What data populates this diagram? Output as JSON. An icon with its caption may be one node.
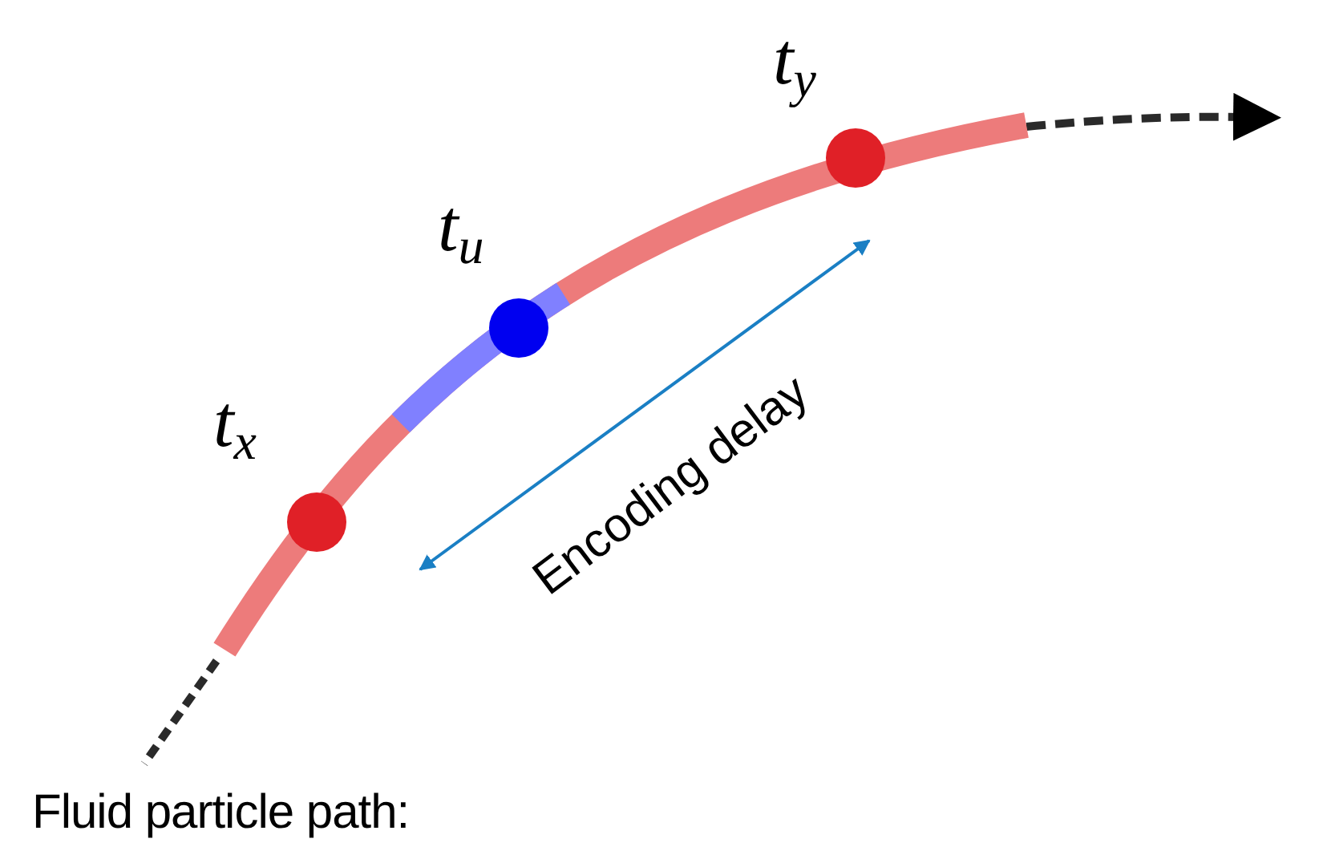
{
  "diagram": {
    "nodes": [
      {
        "text": [],
        "shape": "circle",
        "beside": [
          "t$_{x}$"
        ]
      },
      {
        "text": [],
        "shape": "circle",
        "beside": [
          "t$_{u}$"
        ]
      },
      {
        "text": [],
        "shape": "circle",
        "beside": [
          "t$_{y}$"
        ]
      }
    ],
    "labels": [
      "Encoding delay",
      "Fluid particle path:"
    ]
  }
}
